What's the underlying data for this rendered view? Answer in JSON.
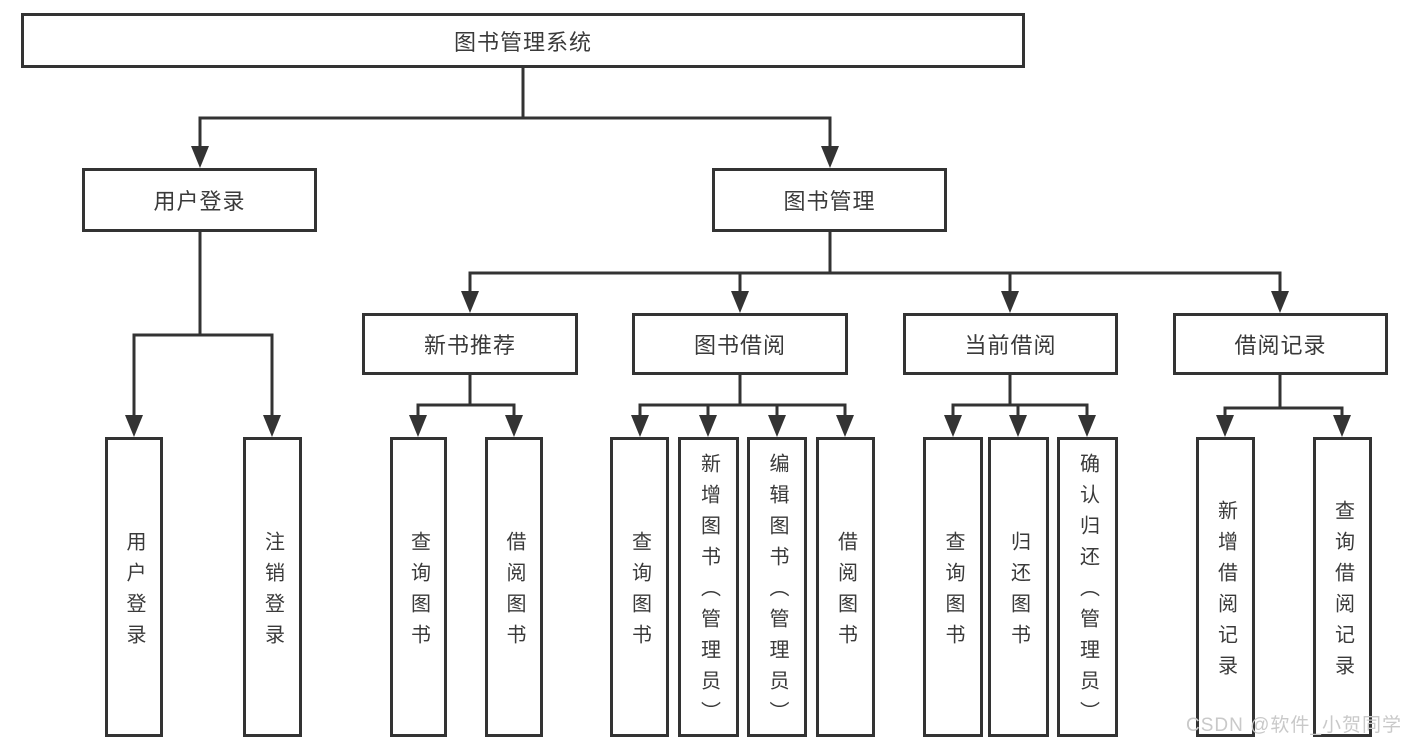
{
  "diagram": {
    "title_node": {
      "label": "图书管理系统"
    },
    "level2": [
      {
        "label": "用户登录"
      },
      {
        "label": "图书管理"
      }
    ],
    "level3": [
      {
        "label": "新书推荐"
      },
      {
        "label": "图书借阅"
      },
      {
        "label": "当前借阅"
      },
      {
        "label": "借阅记录"
      }
    ],
    "leaves": {
      "user_login": [
        {
          "label": "用户登录"
        },
        {
          "label": "注销登录"
        }
      ],
      "new_books": [
        {
          "label": "查询图书"
        },
        {
          "label": "借阅图书"
        }
      ],
      "book_borrow": [
        {
          "label": "查询图书"
        },
        {
          "label": "新增图书（管理员）"
        },
        {
          "label": "编辑图书（管理员）"
        },
        {
          "label": "借阅图书"
        }
      ],
      "current_borrow": [
        {
          "label": "查询图书"
        },
        {
          "label": "归还图书"
        },
        {
          "label": "确认归还（管理员）"
        }
      ],
      "borrow_records": [
        {
          "label": "新增借阅记录"
        },
        {
          "label": "查询借阅记录"
        }
      ]
    },
    "watermark": "CSDN @软件_小贺同学",
    "colors": {
      "line": "#333333",
      "text": "#3a3a3a",
      "watermark": "#c9c9c9",
      "background": "#ffffff"
    }
  }
}
